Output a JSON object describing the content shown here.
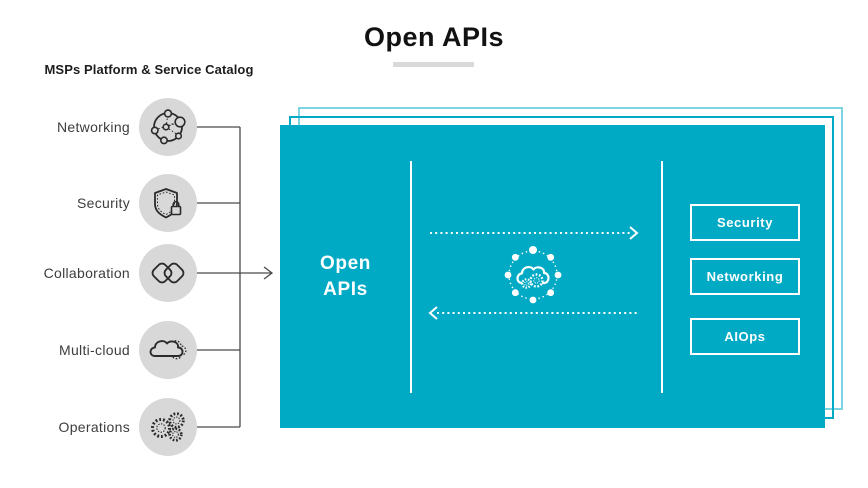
{
  "title": {
    "text": "Open APIs"
  },
  "catalog": {
    "heading": "MSPs Platform & Service Catalog",
    "items": [
      {
        "label": "Networking",
        "icon": "network-nodes-icon"
      },
      {
        "label": "Security",
        "icon": "shield-lock-icon"
      },
      {
        "label": "Collaboration",
        "icon": "overlapping-squares-icon"
      },
      {
        "label": "Multi-cloud",
        "icon": "multi-cloud-icon"
      },
      {
        "label": "Operations",
        "icon": "gears-icon"
      }
    ]
  },
  "api_box": {
    "label_line1": "Open",
    "label_line2": "APIs",
    "center_icon": "cloud-gears-network-icon",
    "flow_arrows": [
      "right-dotted-arrow",
      "left-dotted-arrow"
    ],
    "buttons": [
      {
        "label": "Security"
      },
      {
        "label": "Networking"
      },
      {
        "label": "AIOps"
      }
    ]
  },
  "colors": {
    "teal": "#00a9c4",
    "teal_light_outline": "#7cd4e2",
    "circle_gray": "#d8d8d8",
    "underline_gray": "#d9d9d9",
    "connector_dark": "#4a4a4a",
    "icon_dark": "#2b2b2b",
    "title_text": "#121212",
    "label_text": "#3d3d3d"
  }
}
